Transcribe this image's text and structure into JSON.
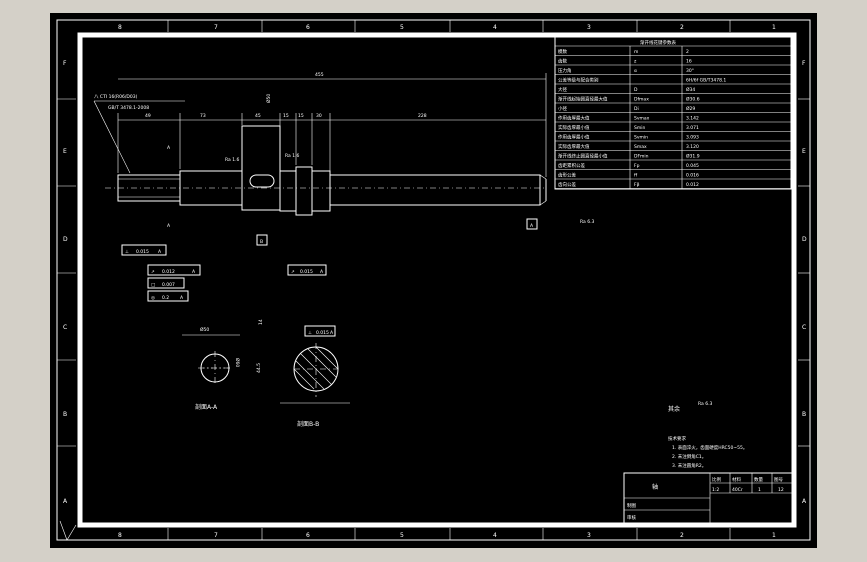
{
  "zones": {
    "columns": [
      "8",
      "7",
      "6",
      "5",
      "4",
      "3",
      "2",
      "1"
    ],
    "rows": [
      "F",
      "E",
      "D",
      "C",
      "B",
      "A"
    ]
  },
  "dims": {
    "overall": "455",
    "seg1": "49",
    "seg2": "73",
    "seg3": "45",
    "seg4": "15",
    "seg5": "15",
    "seg6": "30",
    "seg7": "228",
    "gear_dim": "Ø50",
    "rough1": "Ra 1.6",
    "rough2": "Ra 1.6",
    "rough3": "Ra 6.3"
  },
  "fits": {
    "line1": "八 CTI 16(R06/D03)",
    "line2": "GB/T 3478.1-2008"
  },
  "datums": {
    "a": "A",
    "b": "B",
    "section": "A"
  },
  "tolerances": {
    "t1": {
      "sym": "⊥",
      "val": "0.015",
      "ref": "A"
    },
    "t2": {
      "sym": "↗",
      "val": "0.012",
      "ref": "A"
    },
    "t3": {
      "sym": "□",
      "val": "0.007",
      "ref": ""
    },
    "t4": {
      "sym": "◎",
      "val": "0.2",
      "ref": "A"
    },
    "t5": {
      "sym": "↗",
      "val": "0.015",
      "ref": "A"
    },
    "t6": {
      "sym": "⊥",
      "val": "0.015",
      "ref": "A"
    }
  },
  "table": {
    "title": "渐开线花键参数表",
    "rows": [
      {
        "name": "模数",
        "sym": "m",
        "val": "2"
      },
      {
        "name": "齿数",
        "sym": "z",
        "val": "16"
      },
      {
        "name": "压力角",
        "sym": "α",
        "val": "30°"
      },
      {
        "name": "公差等级与配合类别",
        "sym": "",
        "val": "6H/6f GB/T3478.1"
      },
      {
        "name": "大径",
        "sym": "D",
        "val": "Ø34"
      },
      {
        "name": "渐开线起始圆直径最大值",
        "sym": "Dfmax",
        "val": "Ø30.6"
      },
      {
        "name": "小径",
        "sym": "Di",
        "val": "Ø29"
      },
      {
        "name": "作用齿厚最大值",
        "sym": "Svmax",
        "val": "3.142"
      },
      {
        "name": "实际齿厚最小值",
        "sym": "Smin",
        "val": "3.071"
      },
      {
        "name": "作用齿厚最小值",
        "sym": "Svmin",
        "val": "3.093"
      },
      {
        "name": "实际齿厚最大值",
        "sym": "Smax",
        "val": "3.120"
      },
      {
        "name": "渐开线终止圆直径最小值",
        "sym": "DFmin",
        "val": "Ø31.9"
      },
      {
        "name": "齿距累积公差",
        "sym": "Fp",
        "val": "0.045"
      },
      {
        "name": "齿形公差",
        "sym": "ff",
        "val": "0.016"
      },
      {
        "name": "齿向公差",
        "sym": "Fβ",
        "val": "0.012"
      }
    ]
  },
  "sections": {
    "a_label": "剖面A-A",
    "b_label": "剖面B-B",
    "b_dim": "14",
    "b_dim2": "44.5",
    "a_dim": "Ø50",
    "a_dim2": "Ø60"
  },
  "notes": {
    "rest_rough_label": "其余",
    "rest_rough_val": "Ra 6.3",
    "title": "技术要求",
    "items": [
      "1. 表面淬火，齿面硬度HRC50~55。",
      "2. 未注倒角C1。",
      "3. 未注圆角R2。"
    ]
  },
  "titleblock": {
    "part_name": "轴",
    "scale_h": "比例",
    "qty_h": "数量",
    "mat_h": "材料",
    "no_h": "图号",
    "scale": "1:2",
    "mat": "40Cr",
    "qty": "1",
    "no": "12",
    "drawn": "制图",
    "check": "审核"
  }
}
